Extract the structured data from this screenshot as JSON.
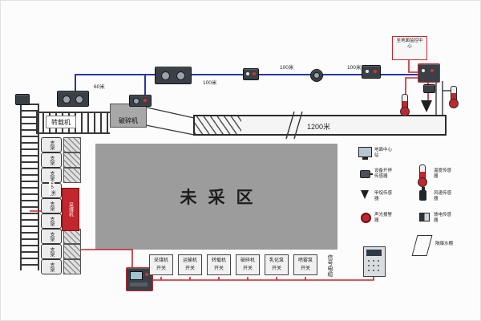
{
  "colors": {
    "cable_blue": "#2936a6",
    "cable_red": "#c2272d",
    "structure_dark": "#33373b",
    "unmined_gray": "#9c9c9c"
  },
  "labels": {
    "transfer_machine": "转载机",
    "crusher": "破碎机",
    "shearer": "采煤机",
    "unmined_area": "未采区",
    "belt_length": "1200米",
    "dist_60": "60米",
    "dist_100_a": "100米",
    "dist_100_b": "100米",
    "dist_100_c": "100米",
    "dist_25": "25米",
    "surface_link": "至地面监控中心",
    "signal_cable": "信号电缆"
  },
  "supports": [
    {
      "label": "支架"
    },
    {
      "label": "支架"
    },
    {
      "label": "支架"
    },
    {
      "label": "支架"
    },
    {
      "label": "支架"
    },
    {
      "label": "支架"
    },
    {
      "label": "支架"
    },
    {
      "label": "支架"
    },
    {
      "label": "支架"
    }
  ],
  "switch_row": [
    {
      "name": "采煤机",
      "type": "开关"
    },
    {
      "name": "运输机",
      "type": "开关"
    },
    {
      "name": "转载机",
      "type": "开关"
    },
    {
      "name": "破碎机",
      "type": "开关"
    },
    {
      "name": "乳化泵",
      "type": "开关"
    },
    {
      "name": "喷雾泵",
      "type": "开关"
    }
  ],
  "legend": {
    "col1": [
      {
        "icon": "monitor-icon",
        "label": "地面中心站"
      },
      {
        "icon": "run-stop-sensor-icon",
        "label": "设备开停传感器"
      },
      {
        "icon": "methane-sensor-icon",
        "label": "甲烷传感器"
      },
      {
        "icon": "alarm-icon",
        "label": "声光报警器"
      }
    ],
    "col2": [
      {
        "icon": "thermometer-icon",
        "label": "温度传感器"
      },
      {
        "icon": "wind-sensor-icon",
        "label": "风速传感器"
      },
      {
        "icon": "feed-sensor-icon",
        "label": "馈电传感器"
      },
      {
        "icon": "explosion-barrier-icon",
        "label": "隔爆水棚"
      }
    ]
  }
}
